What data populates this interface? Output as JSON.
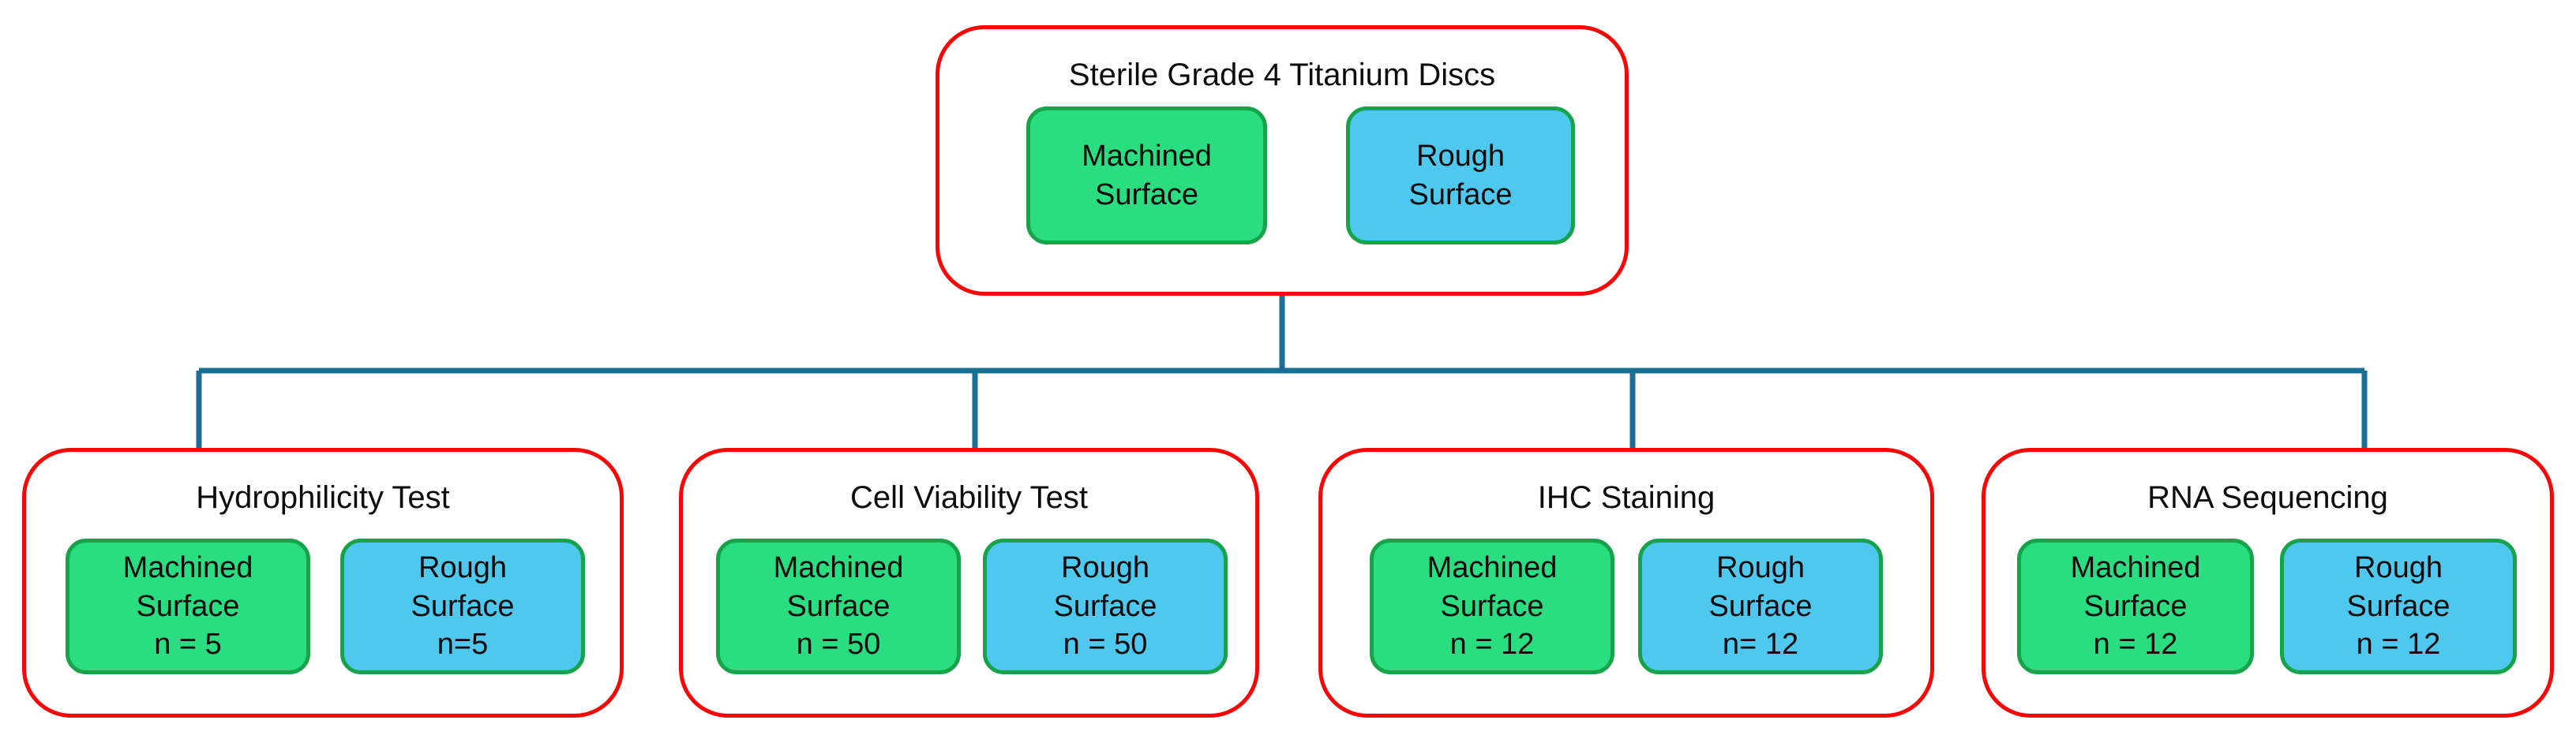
{
  "diagram": {
    "type": "flowchart",
    "orientation": "top-down",
    "colors": {
      "group_border": "#f90505",
      "connector": "#1b6e94",
      "machined_fill": "#2bdd81",
      "rough_fill": "#4ec8ee",
      "chip_border": "#16a34a",
      "text": "#0a0a0a",
      "background": "#ffffff"
    },
    "root": {
      "title": "Sterile Grade 4 Titanium Discs",
      "chips": [
        {
          "kind": "machined",
          "line1": "Machined",
          "line2": "Surface",
          "n": ""
        },
        {
          "kind": "rough",
          "line1": "Rough",
          "line2": "Surface",
          "n": ""
        }
      ]
    },
    "branches": [
      {
        "title": "Hydrophilicity Test",
        "chips": [
          {
            "kind": "machined",
            "line1": "Machined",
            "line2": "Surface",
            "n": "n = 5"
          },
          {
            "kind": "rough",
            "line1": "Rough",
            "line2": "Surface",
            "n": "n=5"
          }
        ]
      },
      {
        "title": "Cell Viability Test",
        "chips": [
          {
            "kind": "machined",
            "line1": "Machined",
            "line2": "Surface",
            "n": "n = 50"
          },
          {
            "kind": "rough",
            "line1": "Rough",
            "line2": "Surface",
            "n": "n = 50"
          }
        ]
      },
      {
        "title": "IHC Staining",
        "chips": [
          {
            "kind": "machined",
            "line1": "Machined",
            "line2": "Surface",
            "n": "n = 12"
          },
          {
            "kind": "rough",
            "line1": "Rough",
            "line2": "Surface",
            "n": "n= 12"
          }
        ]
      },
      {
        "title": "RNA Sequencing",
        "chips": [
          {
            "kind": "machined",
            "line1": "Machined",
            "line2": "Surface",
            "n": "n = 12"
          },
          {
            "kind": "rough",
            "line1": "Rough",
            "line2": "Surface",
            "n": "n = 12"
          }
        ]
      }
    ]
  }
}
